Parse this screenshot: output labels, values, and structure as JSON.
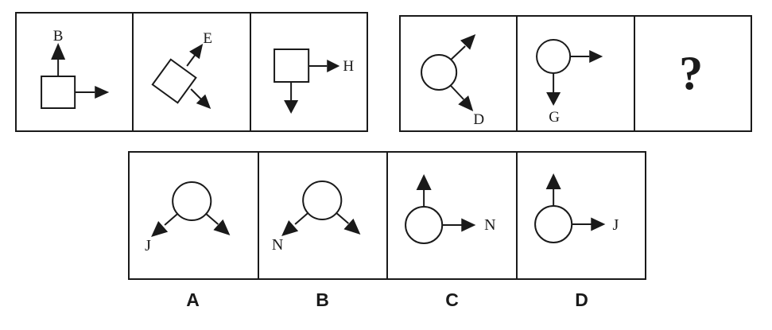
{
  "colors": {
    "line": "#1a1a1a",
    "background": "#ffffff"
  },
  "puzzle": {
    "sequence_left": {
      "panels": [
        {
          "shape": "square",
          "arrows": [
            "up",
            "right"
          ],
          "label": "B"
        },
        {
          "shape": "square-rotated",
          "arrows": [
            "up-right",
            "down-right"
          ],
          "label": "E"
        },
        {
          "shape": "square",
          "arrows": [
            "right",
            "down"
          ],
          "label": "H"
        }
      ]
    },
    "sequence_right": {
      "panels": [
        {
          "shape": "circle",
          "arrows": [
            "up-right",
            "down-right"
          ],
          "label": "D"
        },
        {
          "shape": "circle",
          "arrows": [
            "right",
            "down"
          ],
          "label": "G"
        },
        {
          "shape": "none",
          "arrows": [],
          "label": "?"
        }
      ]
    },
    "options": [
      {
        "key": "A",
        "shape": "circle",
        "arrows": [
          "down-left",
          "down-right"
        ],
        "label": "J"
      },
      {
        "key": "B",
        "shape": "circle",
        "arrows": [
          "down-left",
          "down-right"
        ],
        "label": "N"
      },
      {
        "key": "C",
        "shape": "circle",
        "arrows": [
          "up",
          "right"
        ],
        "label": "N"
      },
      {
        "key": "D",
        "shape": "circle",
        "arrows": [
          "up",
          "right"
        ],
        "label": "J"
      }
    ]
  }
}
